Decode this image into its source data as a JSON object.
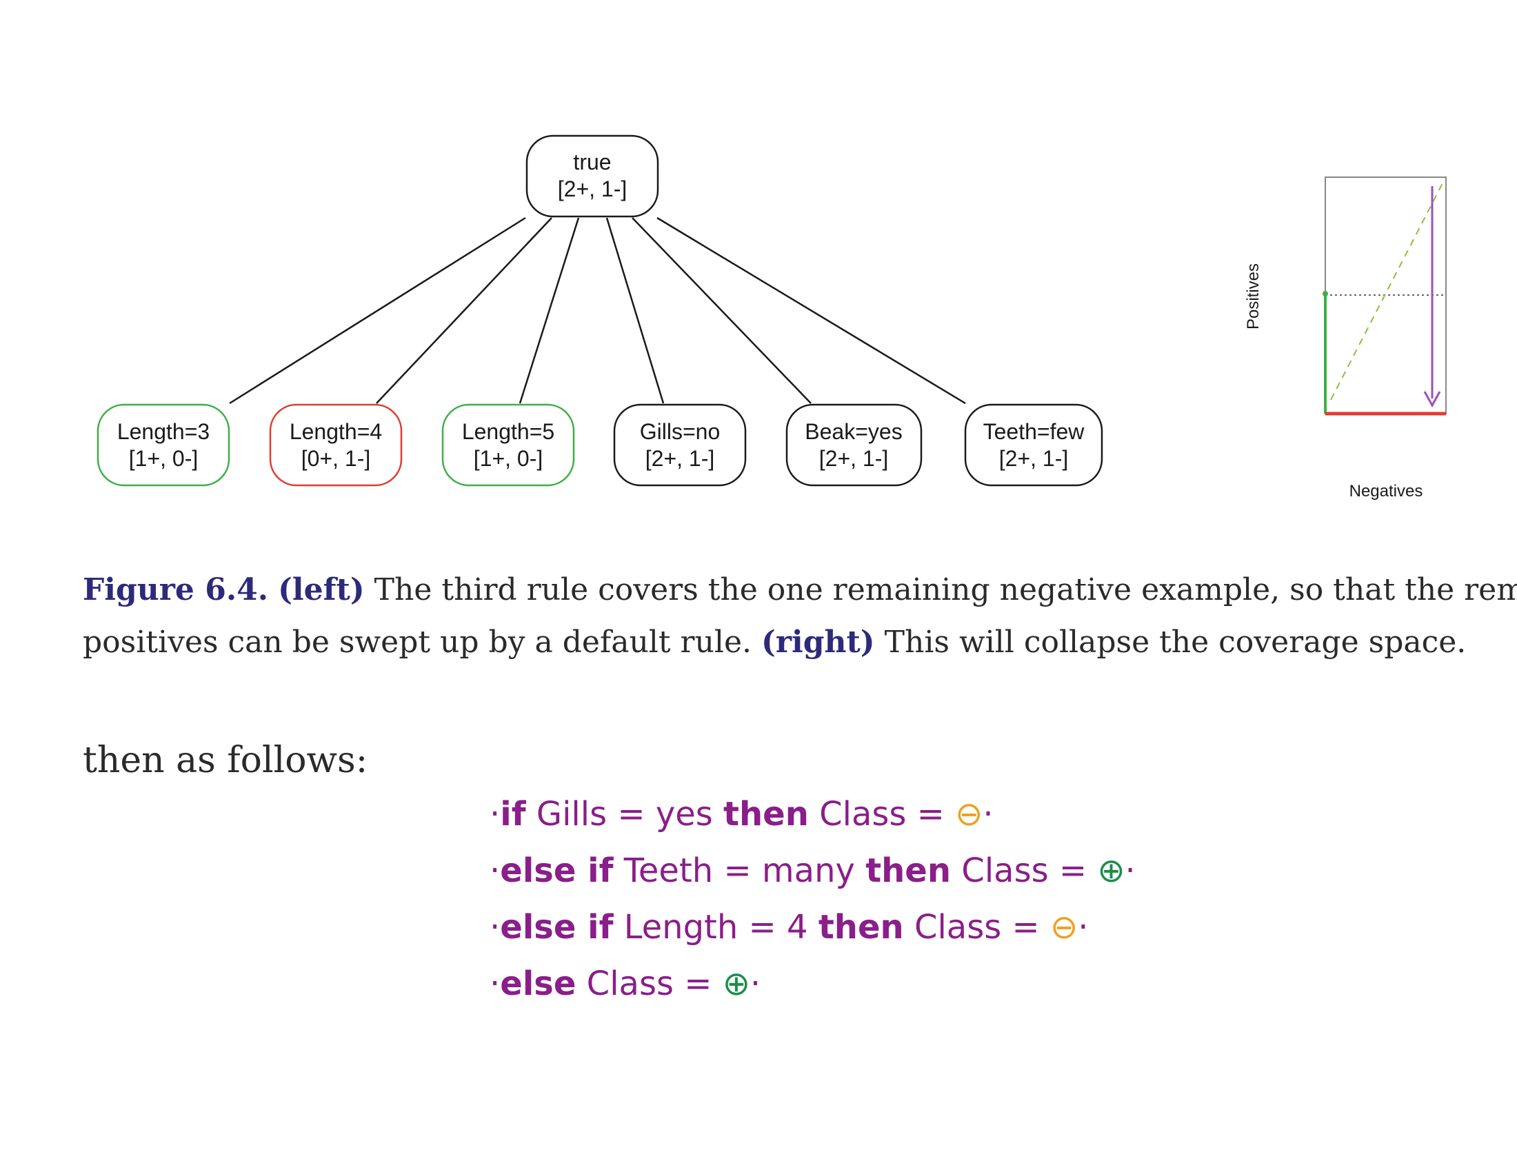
{
  "tree": {
    "root": {
      "label": "true",
      "counts": "[2+, 1-]"
    },
    "children": [
      {
        "label": "Length=3",
        "counts": "[1+, 0-]",
        "color": "#3cb043"
      },
      {
        "label": "Length=4",
        "counts": "[0+, 1-]",
        "color": "#e03c31"
      },
      {
        "label": "Length=5",
        "counts": "[1+, 0-]",
        "color": "#3cb043"
      },
      {
        "label": "Gills=no",
        "counts": "[2+, 1-]",
        "color": "#1a1a1a"
      },
      {
        "label": "Beak=yes",
        "counts": "[2+, 1-]",
        "color": "#1a1a1a"
      },
      {
        "label": "Teeth=few",
        "counts": "[2+, 1-]",
        "color": "#1a1a1a"
      }
    ]
  },
  "coverage": {
    "ylabel": "Positives",
    "xlabel": "Negatives",
    "colors": {
      "green": "#3cb043",
      "red": "#e03c31",
      "purple": "#9b4fc0",
      "diagonal": "#8fbf3f"
    }
  },
  "caption": {
    "figure_label": "Figure 6.4.",
    "left_label": "(left)",
    "text1": " The third rule covers the one remaining negative example, so that the remaining",
    "text2": "positives can be swept up by a default rule. ",
    "right_label": "(right)",
    "text3": " This will collapse the coverage space."
  },
  "intro": "then as follows:",
  "rules": [
    {
      "prefix": "if",
      "condition": "Gills = yes",
      "then": "then",
      "lhs": "Class =",
      "symbol": "⊖",
      "sign": "neg"
    },
    {
      "prefix": "else if",
      "condition": "Teeth = many",
      "then": "then",
      "lhs": "Class =",
      "symbol": "⊕",
      "sign": "pos"
    },
    {
      "prefix": "else if",
      "condition": "Length = 4",
      "then": "then",
      "lhs": "Class =",
      "symbol": "⊖",
      "sign": "neg"
    },
    {
      "prefix": "else",
      "condition": "",
      "then": "",
      "lhs": "Class =",
      "symbol": "⊕",
      "sign": "pos"
    }
  ]
}
